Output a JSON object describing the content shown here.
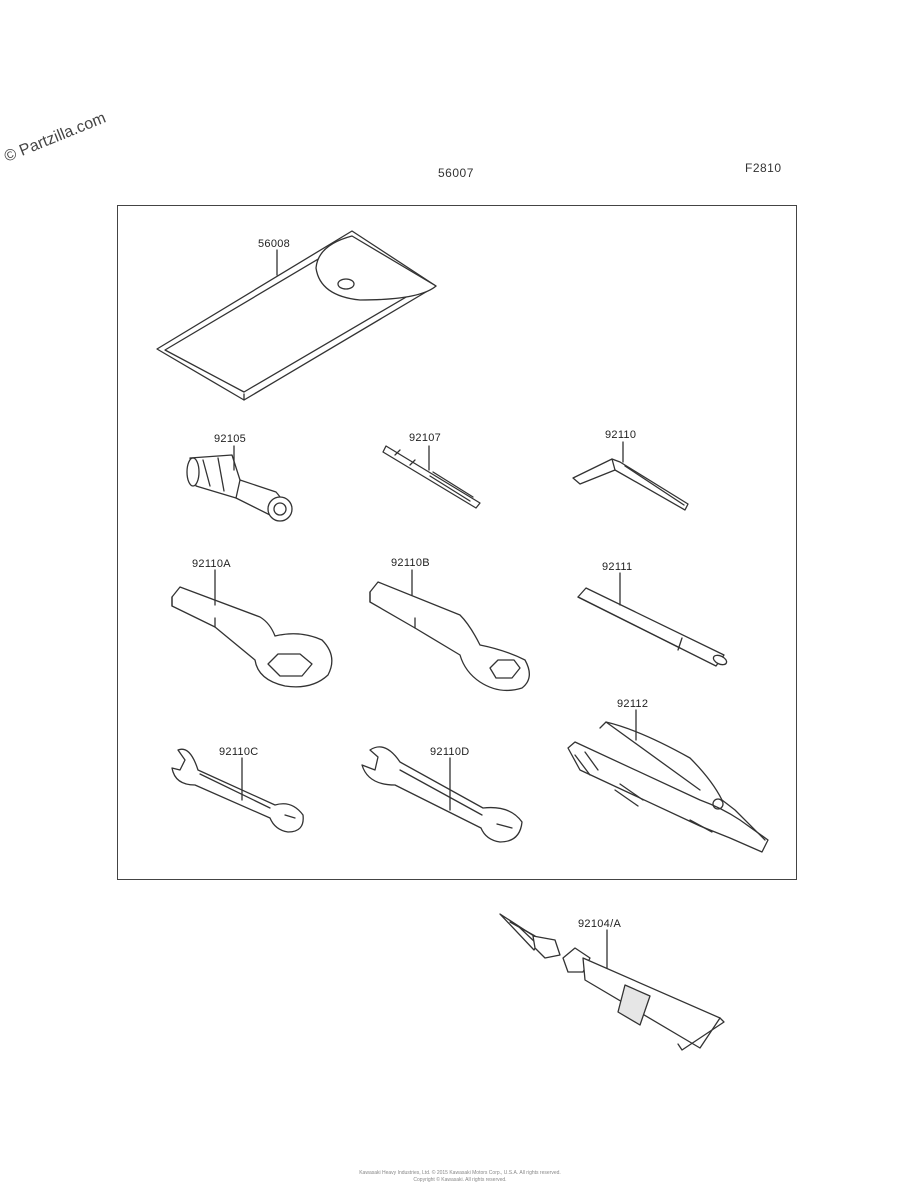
{
  "watermark": "© Partzilla.com",
  "header": {
    "assembly_number": "56007",
    "figure_code": "F2810"
  },
  "parts": {
    "pouch": "56008",
    "spark_plug_wrench": "92105",
    "screwdriver": "92107",
    "hex_key": "92110",
    "box_wrench_a": "92110A",
    "box_wrench_b": "92110B",
    "handle_bar": "92111",
    "pliers": "92112",
    "open_wrench_c": "92110C",
    "open_wrench_d": "92110D",
    "grease_tube": "92104/A"
  },
  "footer": {
    "line1": "Kawasaki Heavy Industries, Ltd. © 2015 Kawasaki Motors Corp., U.S.A. All rights reserved.",
    "line2": "Copyright © Kawasaki. All rights reserved."
  }
}
